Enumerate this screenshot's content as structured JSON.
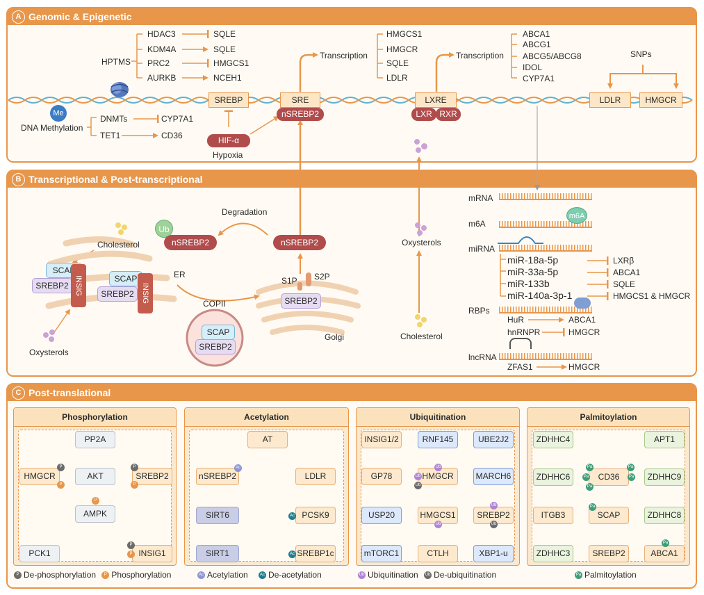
{
  "panels": {
    "a": {
      "letter": "A",
      "title": "Genomic & Epigenetic"
    },
    "b": {
      "letter": "B",
      "title": "Transcriptional & Post-transcriptional"
    },
    "c": {
      "letter": "C",
      "title": "Post-translational"
    }
  },
  "panel_a": {
    "hptms_label": "HPTMS",
    "hptms_rows": [
      {
        "enzyme": "HDAC3",
        "target": "SQLE",
        "effect": "inhibit"
      },
      {
        "enzyme": "KDM4A",
        "target": "SQLE",
        "effect": "activate"
      },
      {
        "enzyme": "PRC2",
        "target": "HMGCS1",
        "effect": "inhibit"
      },
      {
        "enzyme": "AURKB",
        "target": "NCEH1",
        "effect": "activate"
      }
    ],
    "me_badge": "Me",
    "dna_methylation": "DNA Methylation",
    "dnmts": "DNMTs",
    "cyp7a1": "CYP7A1",
    "tet1": "TET1",
    "cd36": "CD36",
    "srebp": "SREBP",
    "sre": "SRE",
    "nsrebp2": "nSREBP2",
    "hif": "HIF-α",
    "hypoxia": "Hypoxia",
    "transcription1": "Transcription",
    "sre_targets": [
      "HMGCS1",
      "HMGCR",
      "SQLE",
      "LDLR"
    ],
    "lxre": "LXRE",
    "lxr": "LXR",
    "rxr": "RXR",
    "transcription2": "Transcription",
    "lxre_targets": [
      "ABCA1",
      "ABCG1",
      "ABCG5/ABCG8",
      "IDOL",
      "CYP7A1"
    ],
    "snps": "SNPs",
    "ldlr": "LDLR",
    "hmgcr": "HMGCR"
  },
  "panel_b": {
    "degradation": "Degradation",
    "ub": "Ub",
    "nsrebp2_left": "nSREBP2",
    "nsrebp2_right": "nSREBP2",
    "cholesterol_left": "Cholesterol",
    "scap": "SCAP",
    "srebp2": "SREBP2",
    "insig": "INSIG",
    "er": "ER",
    "copii": "COPII",
    "s1p": "S1P",
    "s2p": "S2P",
    "golgi": "Golgi",
    "oxysterols_left": "Oxysterols",
    "oxysterols_mid": "Oxysterols",
    "cholesterol_mid": "Cholesterol",
    "mrna": "mRNA",
    "m6a": "m6A",
    "m6a_badge": "m6A",
    "mirna": "miRNA",
    "mirnas": [
      {
        "name": "miR-18a-5p",
        "target": "LXRβ"
      },
      {
        "name": "miR-33a-5p",
        "target": "ABCA1"
      },
      {
        "name": "miR-133b",
        "target": "SQLE"
      },
      {
        "name": "miR-140a-3p-1",
        "target": "HMGCS1 & HMGCR"
      }
    ],
    "rbps": "RBPs",
    "hur": "HuR",
    "hur_target": "ABCA1",
    "hnrnpr": "hnRNPR",
    "hnrnpr_target": "HMGCR",
    "lncrna": "lncRNA",
    "zfas1": "ZFAS1",
    "zfas1_target": "HMGCR"
  },
  "panel_c": {
    "phosphorylation": {
      "title": "Phosphorylation",
      "pp2a": "PP2A",
      "hmgcr": "HMGCR",
      "akt": "AKT",
      "srebp2": "SREBP2",
      "ampk": "AMPK",
      "pck1": "PCK1",
      "insig1": "INSIG1"
    },
    "acetylation": {
      "title": "Acetylation",
      "at": "AT",
      "nsrebp2": "nSREBP2",
      "ldlr": "LDLR",
      "sirt6": "SIRT6",
      "pcsk9": "PCSK9",
      "sirt1": "SIRT1",
      "srebp1c": "SREBP1c"
    },
    "ubiquitination": {
      "title": "Ubiquitination",
      "insig12": "INSIG1/2",
      "rnf145": "RNF145",
      "ube2j2": "UBE2J2",
      "gp78": "GP78",
      "hmgcr": "HMGCR",
      "march6": "MARCH6",
      "usp20": "USP20",
      "hmgcs1": "HMGCS1",
      "srebp2": "SREBP2",
      "mtorc1": "mTORC1",
      "ctlh": "CTLH",
      "xbp1u": "XBP1-u"
    },
    "palmitoylation": {
      "title": "Palmitoylation",
      "zdhhc4": "ZDHHC4",
      "apt1": "APT1",
      "zdhhc6": "ZDHHC6",
      "cd36": "CD36",
      "zdhhc9": "ZDHHC9",
      "itgb3": "ITGB3",
      "scap": "SCAP",
      "zdhhc8": "ZDHHC8",
      "zdhhc3": "ZDHHC3",
      "srebp2": "SREBP2",
      "abca1": "ABCA1"
    },
    "badges": {
      "p": "P",
      "ac": "Ac",
      "ub": "Ub",
      "pa": "Pa"
    },
    "legends": {
      "dephos": "De-phosphorylation",
      "phos": "Phosphorylation",
      "acet": "Acetylation",
      "deacet": "De-acetylation",
      "ubiq": "Ubiquitination",
      "deubiq": "De-ubiquitination",
      "palm": "Palmitoylation"
    }
  },
  "colors": {
    "accent": "#e8964a",
    "red_protein": "#b14c4c",
    "box_fill": "#fde6c6",
    "phospho_gray": "#6b6b6b",
    "acetyl_teal": "#1f7f8c",
    "ubiq_purple": "#b083d6",
    "palm_green": "#3f9e7a"
  }
}
